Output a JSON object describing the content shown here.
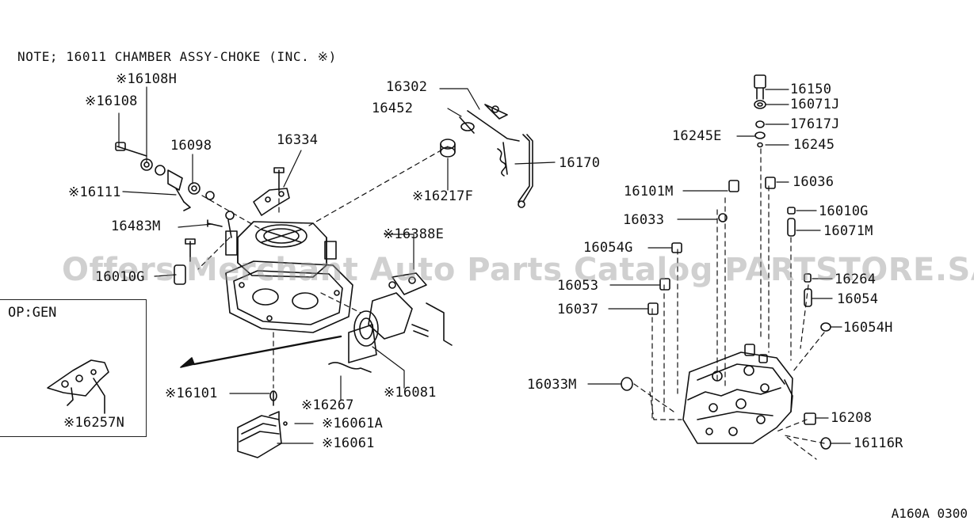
{
  "note": "NOTE; 16011 CHAMBER ASSY-CHOKE (INC. ※)",
  "option_box_title": "OP:GEN",
  "watermark": "Offers Merchant Auto Parts Catalog PARTSTORE.SA",
  "diagram_code": "A160A 0300",
  "labels": {
    "p16108H": "※16108H",
    "p16108": "※16108",
    "p16098": "16098",
    "p16334": "16334",
    "p16111": "※16111",
    "p16483M": "16483M",
    "p16010G_left": "16010G",
    "p16302": "16302",
    "p16452": "16452",
    "p16170": "16170",
    "p16217F": "※16217F",
    "p16388E": "※16388E",
    "p16101": "※16101",
    "p16267": "※16267",
    "p16081": "※16081",
    "p16061A": "※16061A",
    "p16061": "※16061",
    "p16257N": "※16257N",
    "p16150": "16150",
    "p16071J": "16071J",
    "p17617J": "17617J",
    "p16245E": "16245E",
    "p16245": "16245",
    "p16036": "16036",
    "p16101M": "16101M",
    "p16010G": "16010G",
    "p16033": "16033",
    "p16071M": "16071M",
    "p16054G": "16054G",
    "p16264": "16264",
    "p16053": "16053",
    "p16054": "16054",
    "p16037": "16037",
    "p16054H": "16054H",
    "p16033M": "16033M",
    "p16208": "16208",
    "p16116R": "16116R"
  }
}
